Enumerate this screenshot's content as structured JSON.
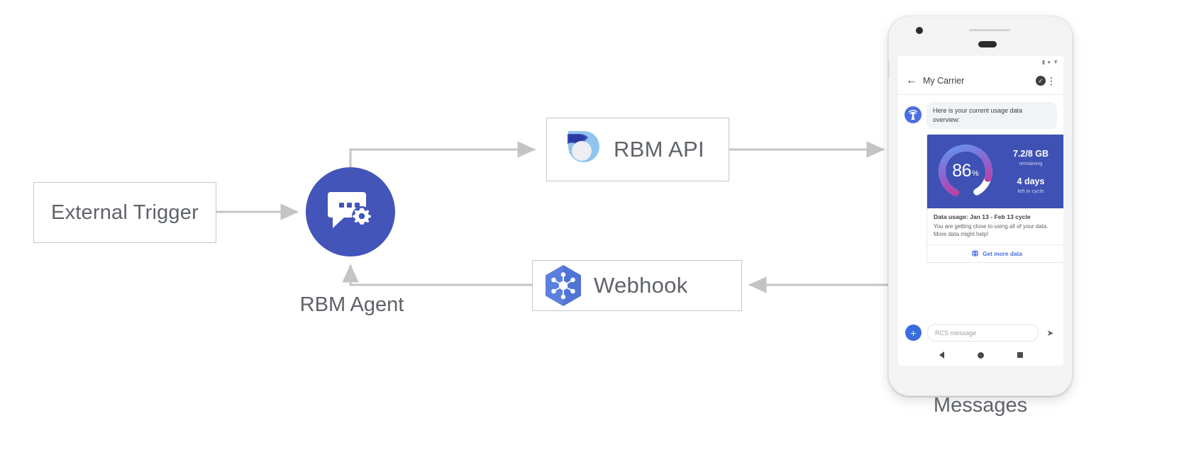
{
  "diagram": {
    "title": "RBM Agent architecture flow",
    "accent_blue": "#4355b9",
    "arrow_gray": "#c4c4c4",
    "nodes": {
      "external_trigger": {
        "label": "External Trigger"
      },
      "rbm_agent": {
        "label": "RBM Agent",
        "icon": "chat-gear-icon"
      },
      "rbm_api": {
        "label": "RBM API",
        "icon": "rbm-droplet-icon"
      },
      "webhook": {
        "label": "Webhook",
        "icon": "webhook-hexagon-icon"
      },
      "messages": {
        "label": "Messages"
      }
    }
  },
  "phone": {
    "status_bar": {
      "icons": [
        "signal-icon",
        "wifi-icon",
        "battery-icon"
      ]
    },
    "app_bar": {
      "back_icon": "back-arrow-icon",
      "title": "My Carrier",
      "verified_icon": "verified-badge-icon",
      "menu_icon": "overflow-menu-icon"
    },
    "conversation": {
      "avatar_icon": "carrier-tower-avatar-icon",
      "message_text": "Here is your current usage data overview:"
    },
    "rich_card": {
      "gauge": {
        "value": "86",
        "unit": "%",
        "percent": 86
      },
      "stat_primary": {
        "value": "7.2/8 GB",
        "caption": "remaining"
      },
      "stat_secondary": {
        "value": "4 days",
        "caption": "left in cycle"
      },
      "body_title": "Data usage: Jan 13 - Feb 13 cycle",
      "body_text": "You are getting close to using all of your data. More data might help!",
      "action": {
        "icon": "globe-icon",
        "label": "Get more data"
      }
    },
    "composer": {
      "plus_icon": "plus-icon",
      "placeholder": "RCS message",
      "send_icon": "send-icon"
    },
    "nav_bar": {
      "back_icon": "nav-back-icon",
      "home_icon": "nav-home-icon",
      "recents_icon": "nav-recents-icon"
    }
  }
}
